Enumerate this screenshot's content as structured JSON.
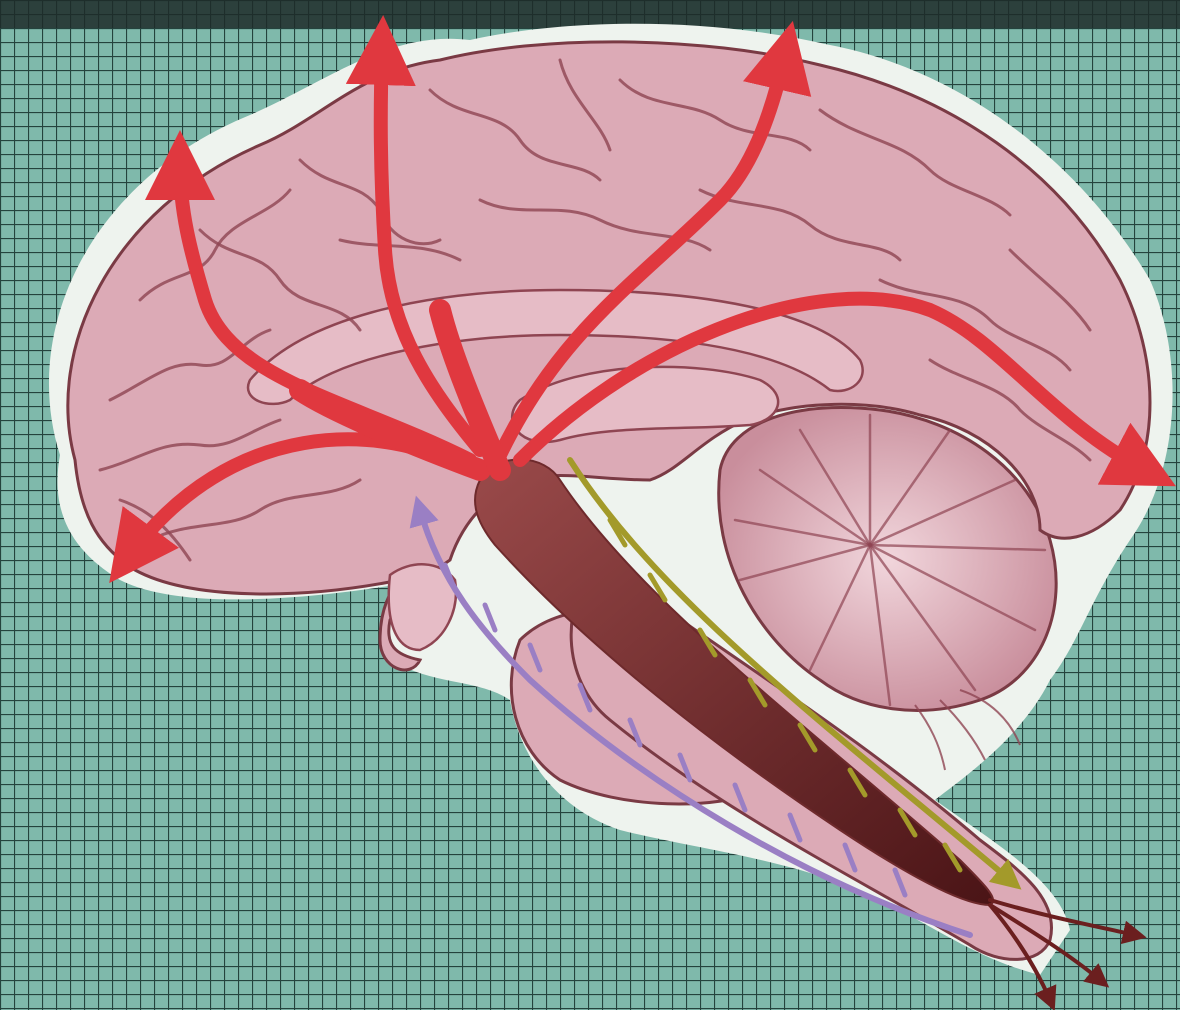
{
  "colors": {
    "background_grid": "#7fb9ab",
    "grid_lines": "#24433d",
    "brain_fill": "#dcaab6",
    "brain_outline": "#7a3a44",
    "sulci": "#8f4552",
    "halo": "#eef3ee",
    "reticular_core": "#6e2a2c",
    "ascending_projection": "#e0383f",
    "descending_pathway": "#a39a2a",
    "ascending_sensory_pathway": "#9a7fc4",
    "spinal_outflow": "#6b1f1f"
  },
  "structures": [
    {
      "name": "cerebral-cortex"
    },
    {
      "name": "corpus-callosum"
    },
    {
      "name": "thalamus"
    },
    {
      "name": "cerebellum"
    },
    {
      "name": "brainstem-reticular-formation"
    },
    {
      "name": "pons"
    },
    {
      "name": "medulla-spinal-cord"
    }
  ],
  "pathways": [
    {
      "name": "ascending-projection-arrows",
      "count": 7
    },
    {
      "name": "descending-pathway-arrow",
      "count": 1
    },
    {
      "name": "ascending-sensory-arrow",
      "count": 1
    },
    {
      "name": "spinal-outflow-arrows",
      "count": 3
    }
  ]
}
